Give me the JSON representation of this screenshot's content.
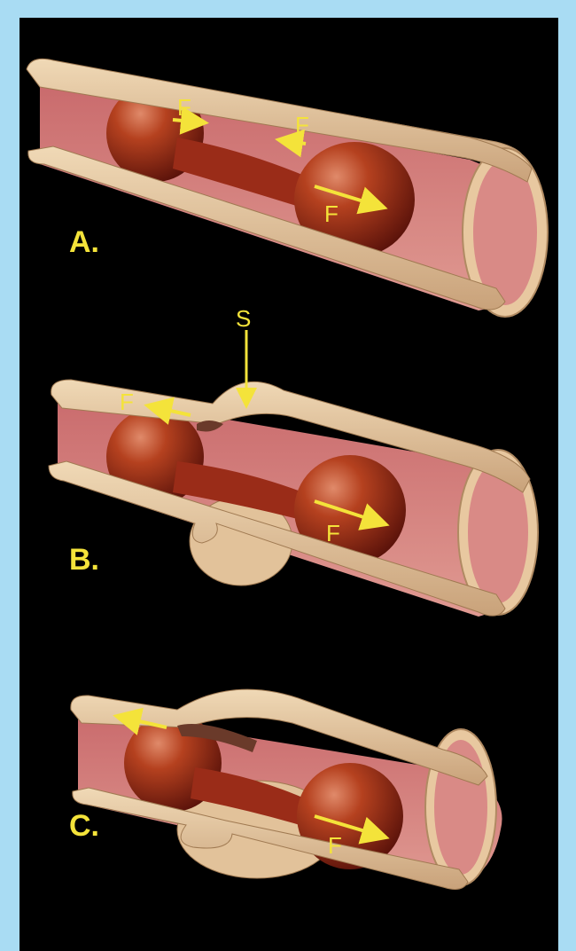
{
  "labels": {
    "panel_a": "A.",
    "panel_b": "B.",
    "panel_c": "C.",
    "force": "F",
    "stimulus": "S"
  },
  "colors": {
    "frame": "#a9dcf3",
    "background": "#000000",
    "vessel_wall": "#e2c29a",
    "vessel_lumen": "#d07a78",
    "cell": "#a8331c",
    "arrow": "#f4e33a"
  }
}
